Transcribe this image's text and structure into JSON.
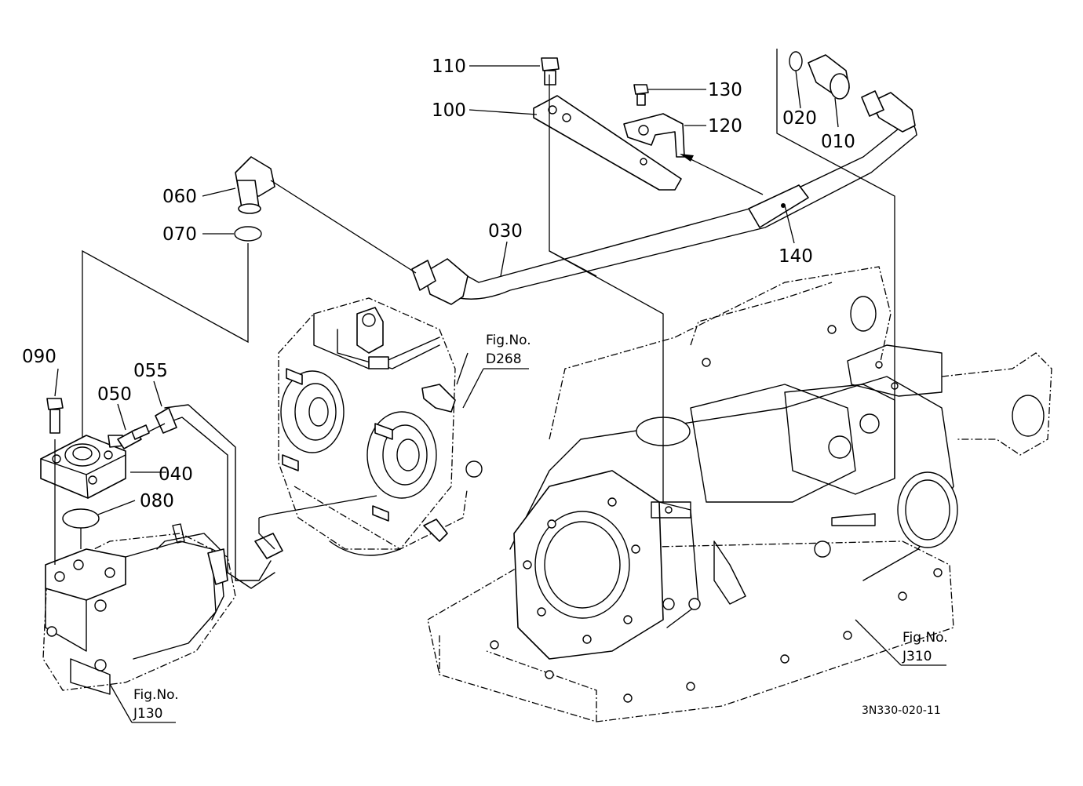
{
  "diagram": {
    "part_labels": {
      "p110": "110",
      "p100": "100",
      "p130": "130",
      "p120": "120",
      "p020": "020",
      "p010": "010",
      "p060": "060",
      "p070": "070",
      "p030": "030",
      "p140": "140",
      "p090": "090",
      "p050": "050",
      "p055": "055",
      "p040": "040",
      "p080": "080"
    },
    "figure_refs": {
      "d268": {
        "prefix": "Fig.No.",
        "number": "D268"
      },
      "j310": {
        "prefix": "Fig.No.",
        "number": "J310"
      },
      "j130": {
        "prefix": "Fig.No.",
        "number": "J130"
      }
    },
    "drawing_code": "3N330-020-11"
  }
}
